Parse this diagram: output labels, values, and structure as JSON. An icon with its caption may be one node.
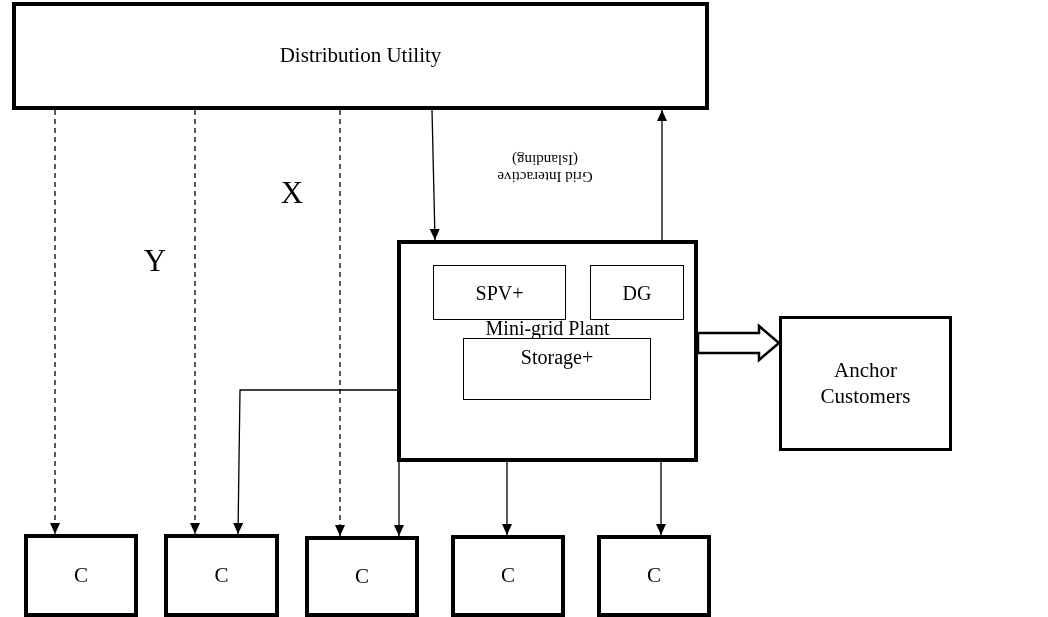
{
  "diagram": {
    "nodes": [
      {
        "text": [
          "Distribution Utility"
        ]
      },
      {
        "text": [
          "Mini-grid Plant"
        ]
      },
      {
        "text": [
          "SPV+"
        ],
        "in": 1
      },
      {
        "text": [
          "DG"
        ],
        "in": 1
      },
      {
        "text": [
          "Storage+"
        ],
        "in": 1
      },
      {
        "text": [
          "Anchor Customers"
        ]
      },
      {
        "text": [
          "C"
        ]
      },
      {
        "text": [
          "C"
        ]
      },
      {
        "text": [
          "C"
        ]
      },
      {
        "text": [
          "C"
        ]
      },
      {
        "text": [
          "C"
        ]
      }
    ],
    "edges": [
      {
        "from": 0,
        "to": 6,
        "arrow": "to",
        "style": "dashed"
      },
      {
        "from": 0,
        "to": 7,
        "arrow": "to",
        "style": "dashed"
      },
      {
        "from": 0,
        "to": 8,
        "arrow": "to",
        "style": "dashed"
      },
      {
        "from": 0,
        "to": 1,
        "arrow": "to"
      },
      {
        "from": 1,
        "to": 0,
        "arrow": "to"
      },
      {
        "from": 1,
        "to": 7,
        "arrow": "to"
      },
      {
        "from": 1,
        "to": 8,
        "arrow": "to"
      },
      {
        "from": 1,
        "to": 9,
        "arrow": "to"
      },
      {
        "from": 1,
        "to": 10,
        "arrow": "to"
      },
      {
        "from": 1,
        "to": 5,
        "arrow": "to",
        "style": "thick"
      }
    ],
    "labels": [
      "Y",
      "X",
      "Grid Interactive (Islanding)"
    ]
  }
}
